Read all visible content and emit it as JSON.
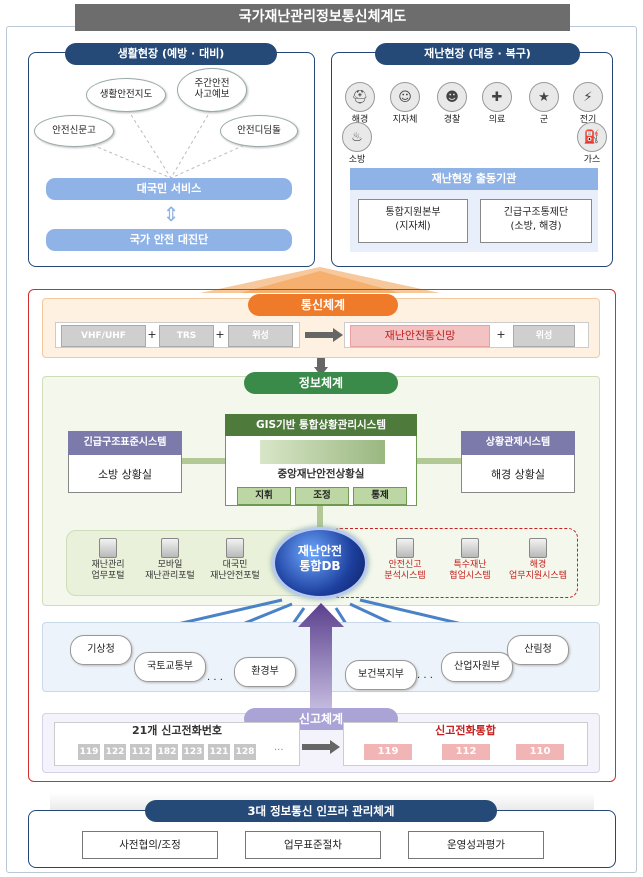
{
  "title": "국가재난관리정보통신체계도",
  "life": {
    "header": "생활현장 (예방 · 대비)",
    "ovals": [
      "생활안전지도",
      "주간안전\n사고예보",
      "안전신문고",
      "안전디딤돌"
    ],
    "service": "대국민 서비스",
    "diagnosis": "국가 안전 대진단"
  },
  "disaster": {
    "header": "재난현장 (대응 · 복구)",
    "agencies": [
      {
        "label": "해경",
        "icon": "police-hat-icon"
      },
      {
        "label": "지자체",
        "icon": "official-icon"
      },
      {
        "label": "경찰",
        "icon": "police-icon"
      },
      {
        "label": "의료",
        "icon": "ambulance-icon"
      },
      {
        "label": "군",
        "icon": "soldier-icon"
      },
      {
        "label": "전기",
        "icon": "lightning-icon"
      },
      {
        "label": "소방",
        "icon": "firefighter-icon"
      },
      {
        "label": "가스",
        "icon": "gas-icon"
      }
    ],
    "dispatch": "재난현장 출동기관",
    "hq": "통합지원본부\n(지자체)",
    "rescue": "긴급구조통제단\n(소방, 해경)"
  },
  "comm": {
    "header": "통신체계",
    "chips": [
      "VHF/UHF",
      "TRS",
      "위성"
    ],
    "network": "재난안전통신망",
    "sat2": "위성",
    "plus": "+"
  },
  "info": {
    "header": "정보체계",
    "left_head": "긴급구조표준시스템",
    "left_body": "소방 상황실",
    "gis_head": "GIS기반 통합상황관리시스템",
    "gis_center": "중앙재난안전상황실",
    "gis_chips": [
      "지휘",
      "조정",
      "통제"
    ],
    "right_head": "상황관제시스템",
    "right_body": "해경 상황실",
    "db": "재난안전\n통합DB",
    "servers_left": [
      "재난관리\n업무포털",
      "모바일\n재난관리포털",
      "대국민\n재난안전포털"
    ],
    "servers_right": [
      "안전신고\n분석시스템",
      "특수재난\n협업시스템",
      "해경\n업무지원시스템"
    ]
  },
  "agencies_gov": [
    "기상청",
    "국토교통부",
    "환경부",
    "보건복지부",
    "산업자원부",
    "산림청"
  ],
  "ellipsis": "· · ·",
  "report": {
    "header": "신고체계",
    "left_title": "21개 신고전화번호",
    "left_nums": [
      "119",
      "122",
      "112",
      "182",
      "123",
      "121",
      "128"
    ],
    "left_more": "···",
    "right_title": "신고전화통합",
    "right_nums": [
      "119",
      "112",
      "110"
    ]
  },
  "infra": {
    "header": "3대 정보통신 인프라 관리체계",
    "items": [
      "사전협의/조정",
      "업무표준절차",
      "운영성과평가"
    ]
  }
}
